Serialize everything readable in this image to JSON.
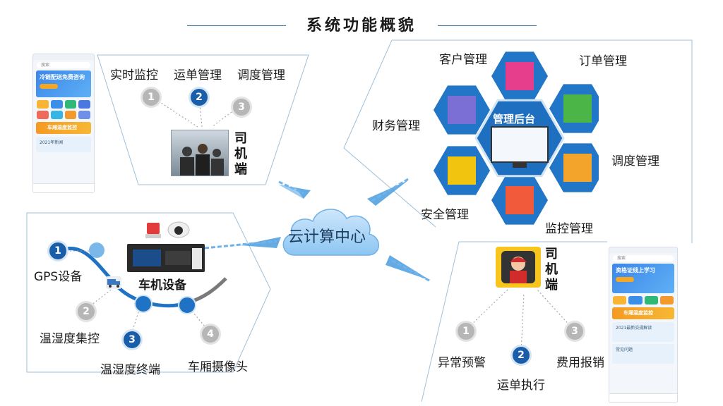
{
  "title": "系统功能概貌",
  "center": {
    "label": "云计算中心"
  },
  "driver_panel": {
    "items": [
      {
        "num": "1",
        "label": "实时监控"
      },
      {
        "num": "2",
        "label": "运单管理"
      },
      {
        "num": "3",
        "label": "调度管理"
      }
    ],
    "side_label": [
      "司",
      "机",
      "端"
    ]
  },
  "admin_panel": {
    "center_label": "管理后台",
    "modules": [
      "客户管理",
      "订单管理",
      "财务管理",
      "调度管理",
      "安全管理",
      "监控管理"
    ]
  },
  "vehicle_panel": {
    "title": "车机设备",
    "items": [
      {
        "num": "1",
        "label": "GPS设备"
      },
      {
        "num": "2",
        "label": "温湿度集控"
      },
      {
        "num": "3",
        "label": "温湿度终端"
      },
      {
        "num": "4",
        "label": "车厢摄像头"
      }
    ]
  },
  "driver_app_panel": {
    "side_label": [
      "司",
      "机",
      "端"
    ],
    "items": [
      {
        "num": "1",
        "label": "异常预警"
      },
      {
        "num": "2",
        "label": "运单执行"
      },
      {
        "num": "3",
        "label": "费用报销"
      }
    ]
  },
  "phone_left": {
    "search": "搜索",
    "banner": "冷链配送免费咨询",
    "orange": "车厢温度监控",
    "card": "2021年新闻"
  },
  "phone_right": {
    "search": "搜索",
    "banner": "资格证线上学习",
    "orange": "车厢温度监控",
    "card1": "2021最新交规解读",
    "card2": "常见问题"
  },
  "colors": {
    "accent": "#1a5da8",
    "hex_blue": "#2176c7",
    "gray_circle": "#b6b6b6"
  }
}
